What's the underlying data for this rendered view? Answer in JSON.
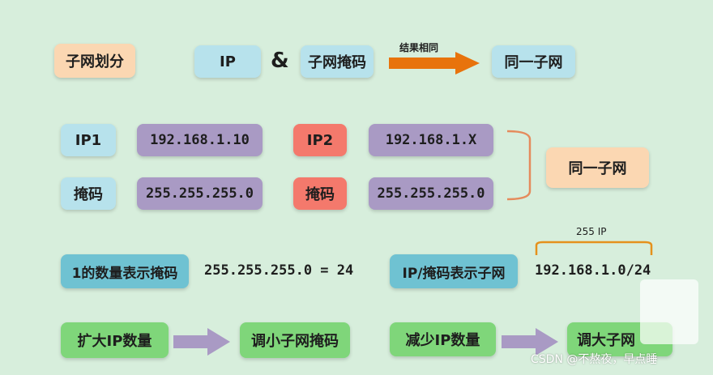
{
  "row1": {
    "subnet_label": "子网划分",
    "ip_label": "IP",
    "and_symbol": "&",
    "mask_label": "子网掩码",
    "arrow_caption": "结果相同",
    "result_label": "同一子网"
  },
  "row2": {
    "ip1_label": "IP1",
    "ip1_value": "192.168.1.10",
    "ip2_label": "IP2",
    "ip2_value": "192.168.1.X",
    "mask1_label": "掩码",
    "mask1_value": "255.255.255.0",
    "mask2_label": "掩码",
    "mask2_value": "255.255.255.0",
    "same_subnet_label": "同一子网"
  },
  "row3": {
    "count_label": "1的数量表示掩码",
    "mask_equation": "255.255.255.0 = 24",
    "ip_mask_label": "IP/掩码表示子网",
    "brace_caption": "255 IP",
    "cidr_value": "192.168.1.0/24"
  },
  "row4": {
    "expand_label": "扩大IP数量",
    "small_mask_label": "调小子网掩码",
    "reduce_label": "减少IP数量",
    "large_mask_label": "调大子网"
  },
  "watermark": "CSDN @不熬夜，早点睡",
  "colors": {
    "background": "#d7eedc",
    "orange_box": "#fbd7b2",
    "cyan_box": "#b7e2ec",
    "purple_box": "#a99ac4",
    "red_box": "#f4796c",
    "green_box": "#7fd67a",
    "teal_box": "#6fc2d2",
    "arrow_orange": "#e8730c",
    "arrow_purple": "#a99ac4",
    "bracket": "#e58b5c"
  }
}
